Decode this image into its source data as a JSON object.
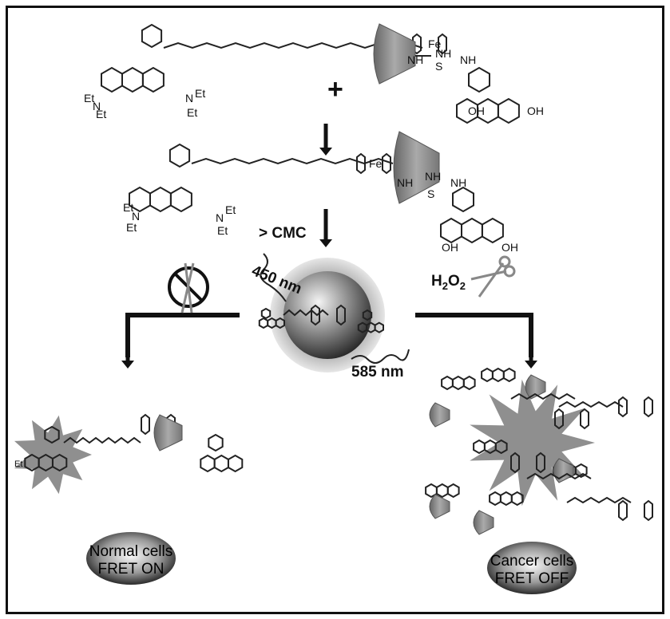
{
  "labels": {
    "fe": "Fe",
    "et": "Et",
    "n": "N",
    "nh": "NH",
    "s": "S",
    "o": "O",
    "oh": "OH",
    "plus": "+",
    "cmc": "> CMC",
    "excitation": "450 nm",
    "emission": "585 nm",
    "h2o2": "H",
    "h2o2_sub": "2",
    "h2o2_o": "O",
    "h2o2_sub2": "2"
  },
  "outcomes": {
    "normal": {
      "line1": "Normal cells",
      "line2": "FRET ON"
    },
    "cancer": {
      "line1": "Cancer cells",
      "line2": "FRET OFF"
    }
  },
  "colors": {
    "ink": "#111111",
    "shell": "#9a9a9a",
    "burst": "#8f8f8f"
  }
}
